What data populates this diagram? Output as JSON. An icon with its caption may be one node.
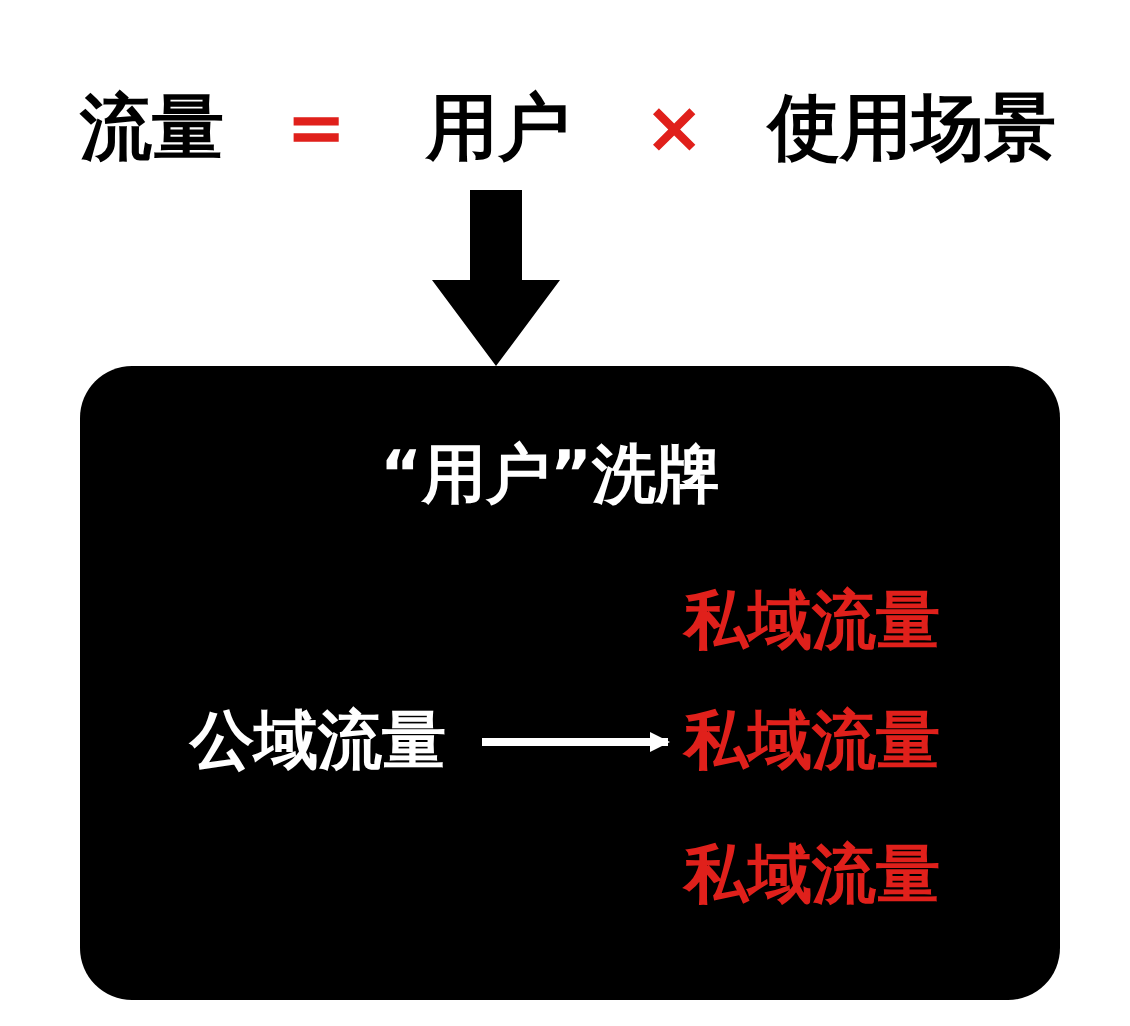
{
  "diagram": {
    "nodes": [
      {
        "text": [
          "流量",
          "=",
          "用户",
          "×",
          "使用场景"
        ]
      },
      {
        "text": [
          "“用户”洗牌"
        ]
      },
      {
        "text": [
          "公域流量"
        ],
        "in": 1
      },
      {
        "text": [
          "私域流量"
        ],
        "in": 1
      },
      {
        "text": [
          "私域流量"
        ],
        "in": 1
      },
      {
        "text": [
          "私域流量"
        ],
        "in": 1
      }
    ],
    "edges": [
      {
        "from": 0,
        "to": 1,
        "arrow": "to",
        "style": "thick"
      },
      {
        "from": 2,
        "to": 4,
        "arrow": "to",
        "color": "#ffffff"
      }
    ]
  }
}
